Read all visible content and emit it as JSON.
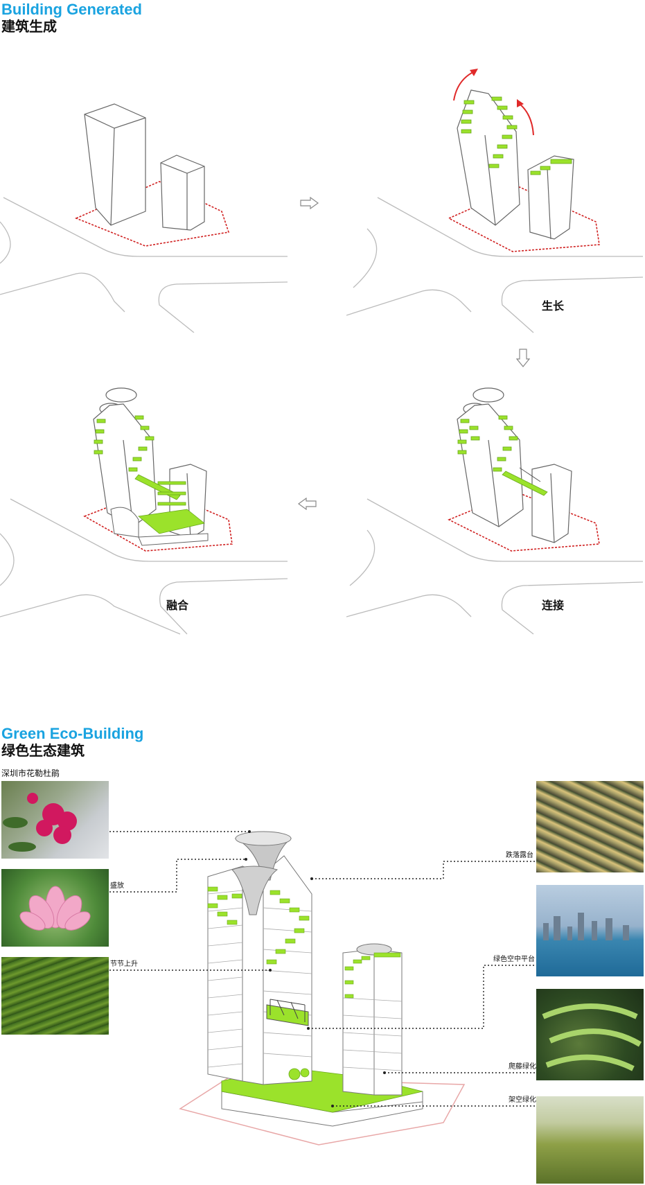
{
  "section1": {
    "title_en": "Building Generated",
    "title_cn": "建筑生成",
    "steps": [
      {
        "label": ""
      },
      {
        "label": "生长"
      },
      {
        "label": "连接"
      },
      {
        "label": "融合"
      }
    ]
  },
  "section2": {
    "title_en": "Green Eco-Building",
    "title_cn": "绿色生态建筑",
    "photo_caption": "深圳市花勒杜鹃",
    "left_labels": [
      "盛放",
      "节节上升"
    ],
    "right_labels": [
      "跌落露台",
      "绿色空中平台",
      "爬藤绿化",
      "架空绿化"
    ]
  },
  "colors": {
    "accent_blue": "#1aa3e0",
    "green": "#9be22b",
    "site_red": "#d02020",
    "arrow_red": "#e02a2a"
  }
}
